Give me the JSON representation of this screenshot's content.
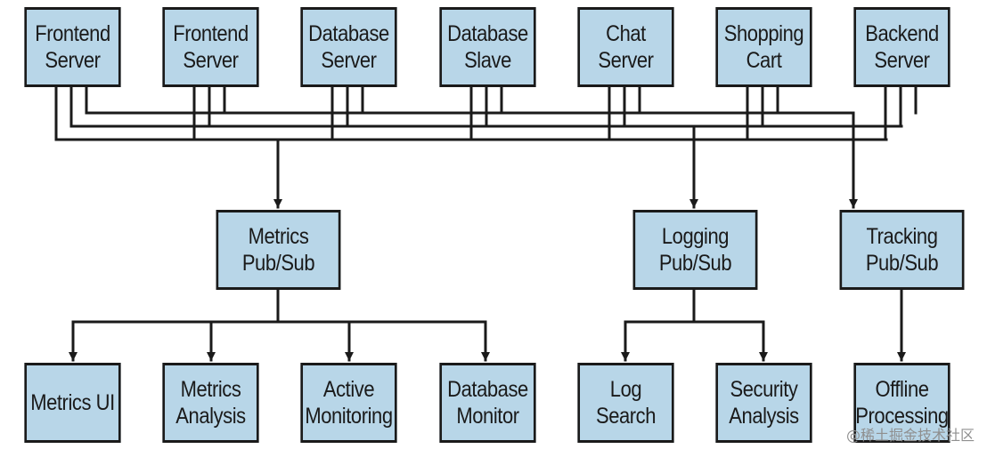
{
  "colors": {
    "box_fill": "#b8d6e8",
    "line": "#1a1a1a",
    "watermark": "#8f8f8f"
  },
  "sources": [
    {
      "id": "frontend-server-1",
      "lines": [
        "Frontend",
        "Server"
      ]
    },
    {
      "id": "frontend-server-2",
      "lines": [
        "Frontend",
        "Server"
      ]
    },
    {
      "id": "database-server",
      "lines": [
        "Database",
        "Server"
      ]
    },
    {
      "id": "database-slave",
      "lines": [
        "Database",
        "Slave"
      ]
    },
    {
      "id": "chat-server",
      "lines": [
        "Chat",
        "Server"
      ]
    },
    {
      "id": "shopping-cart",
      "lines": [
        "Shopping",
        "Cart"
      ]
    },
    {
      "id": "backend-server",
      "lines": [
        "Backend",
        "Server"
      ]
    }
  ],
  "pubsubs": [
    {
      "id": "metrics-pubsub",
      "lines": [
        "Metrics",
        "Pub/Sub"
      ]
    },
    {
      "id": "logging-pubsub",
      "lines": [
        "Logging",
        "Pub/Sub"
      ]
    },
    {
      "id": "tracking-pubsub",
      "lines": [
        "Tracking",
        "Pub/Sub"
      ]
    }
  ],
  "consumers": [
    {
      "id": "metrics-ui",
      "lines": [
        "Metrics UI"
      ]
    },
    {
      "id": "metrics-analysis",
      "lines": [
        "Metrics",
        "Analysis"
      ]
    },
    {
      "id": "active-monitoring",
      "lines": [
        "Active",
        "Monitoring"
      ]
    },
    {
      "id": "database-monitor",
      "lines": [
        "Database",
        "Monitor"
      ]
    },
    {
      "id": "log-search",
      "lines": [
        "Log",
        "Search"
      ]
    },
    {
      "id": "security-analysis",
      "lines": [
        "Security",
        "Analysis"
      ]
    },
    {
      "id": "offline-processing",
      "lines": [
        "Offline",
        "Processing"
      ]
    }
  ],
  "edges": [
    {
      "from": "metrics-pubsub",
      "to": "metrics-ui"
    },
    {
      "from": "metrics-pubsub",
      "to": "metrics-analysis"
    },
    {
      "from": "metrics-pubsub",
      "to": "active-monitoring"
    },
    {
      "from": "metrics-pubsub",
      "to": "database-monitor"
    },
    {
      "from": "logging-pubsub",
      "to": "log-search"
    },
    {
      "from": "logging-pubsub",
      "to": "security-analysis"
    },
    {
      "from": "tracking-pubsub",
      "to": "offline-processing"
    }
  ],
  "watermark": "@稀土掘金技术社区"
}
